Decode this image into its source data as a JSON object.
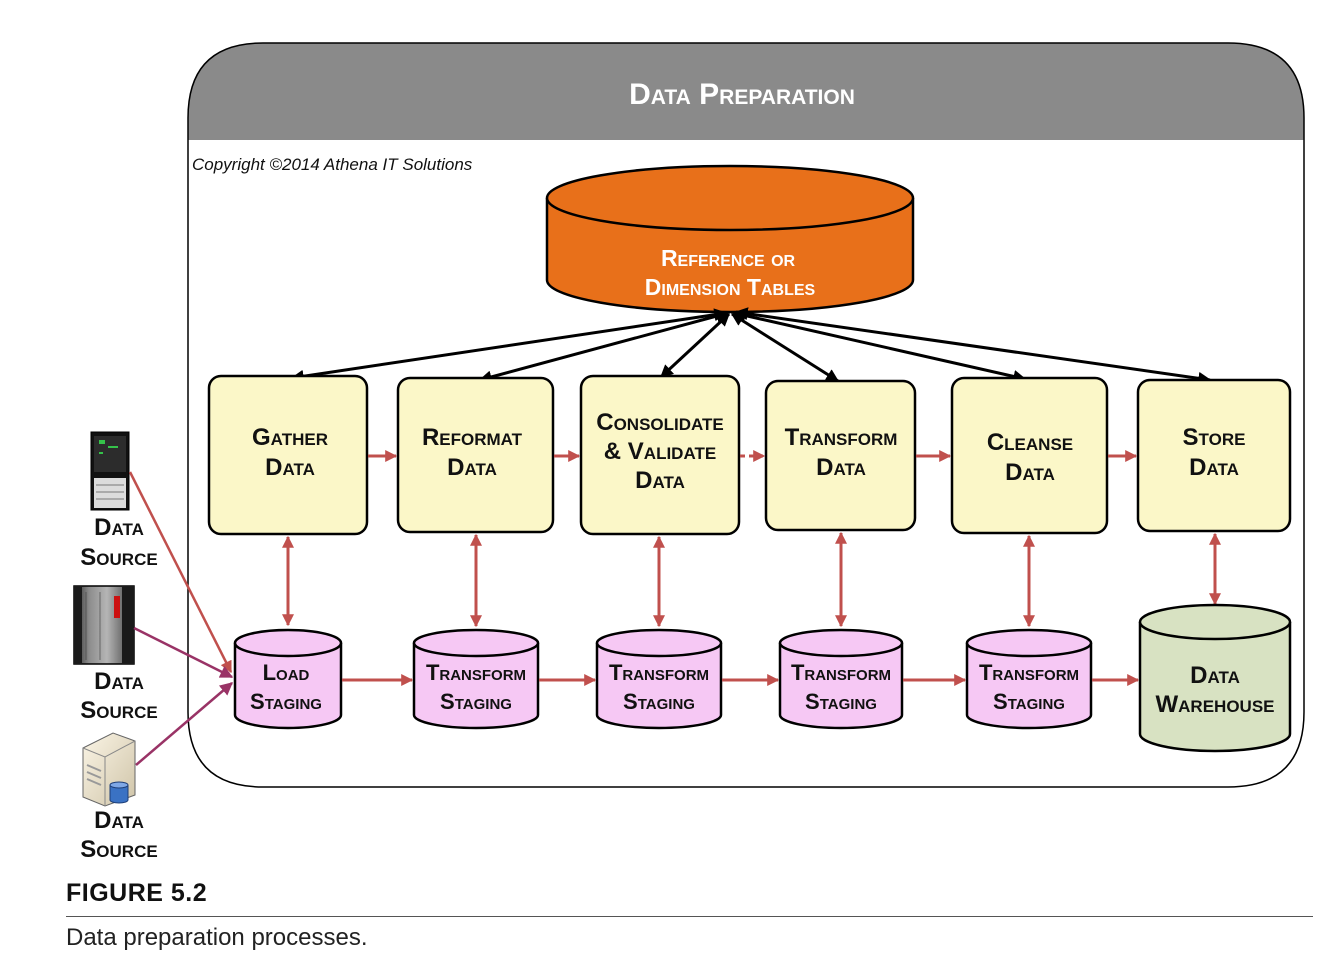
{
  "header": {
    "title": "Data Preparation"
  },
  "copyright": "Copyright ©2014 Athena IT Solutions",
  "reference_store": {
    "lines": [
      "Reference or",
      "Dimension Tables"
    ]
  },
  "processes": [
    {
      "id": "gather",
      "lines": [
        "Gather",
        "Data"
      ]
    },
    {
      "id": "reformat",
      "lines": [
        "Reformat",
        "Data"
      ]
    },
    {
      "id": "consolidate",
      "lines": [
        "Consolidate",
        "& Validate",
        "Data"
      ]
    },
    {
      "id": "transform",
      "lines": [
        "Transform",
        "Data"
      ]
    },
    {
      "id": "cleanse",
      "lines": [
        "Cleanse",
        "Data"
      ]
    },
    {
      "id": "store",
      "lines": [
        "Store",
        "Data"
      ]
    }
  ],
  "staging": [
    {
      "id": "load",
      "lines": [
        "Load",
        "Staging"
      ]
    },
    {
      "id": "transform1",
      "lines": [
        "Transform",
        "Staging"
      ]
    },
    {
      "id": "transform2",
      "lines": [
        "Transform",
        "Staging"
      ]
    },
    {
      "id": "transform3",
      "lines": [
        "Transform",
        "Staging"
      ]
    },
    {
      "id": "transform4",
      "lines": [
        "Transform",
        "Staging"
      ]
    }
  ],
  "warehouse": {
    "lines": [
      "Data",
      "Warehouse"
    ]
  },
  "sources": [
    {
      "icon": "tower-server-icon",
      "lines": [
        "Data",
        "Source"
      ]
    },
    {
      "icon": "mainframe-icon",
      "lines": [
        "Data",
        "Source"
      ]
    },
    {
      "icon": "database-server-icon",
      "lines": [
        "Data",
        "Source"
      ]
    }
  ],
  "figure": {
    "label": "FIGURE 5.2",
    "caption": "Data preparation processes."
  },
  "colors": {
    "header": "#8a8a8a",
    "reference": "#e8701a",
    "process_fill": "#fbf7c8",
    "staging_fill": "#f6c8f4",
    "warehouse_fill": "#d8e2c2",
    "flow_arrow": "#c0504d",
    "source_arrow": "#993366"
  }
}
